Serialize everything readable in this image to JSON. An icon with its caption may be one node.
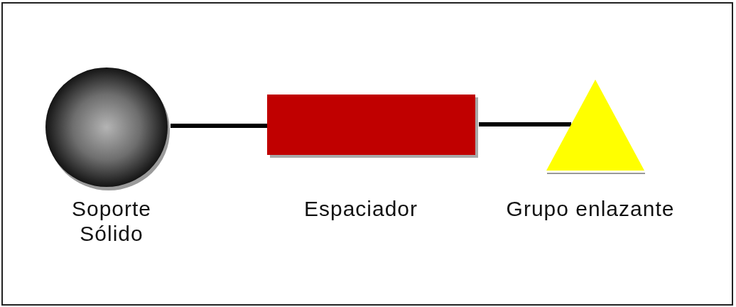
{
  "diagram": {
    "nodes": [
      {
        "text": [],
        "shape": "circle",
        "beside": [
          "Soporte Sólido"
        ]
      },
      {
        "text": [],
        "shape": "box",
        "beside": [
          "Espaciador"
        ]
      },
      {
        "text": [],
        "shape": "triangle",
        "beside": [
          "Grupo enlazante"
        ]
      }
    ],
    "edges": [
      {
        "from": 0,
        "to": 1,
        "arrow": "none"
      },
      {
        "from": 1,
        "to": 2,
        "arrow": "none"
      }
    ]
  }
}
